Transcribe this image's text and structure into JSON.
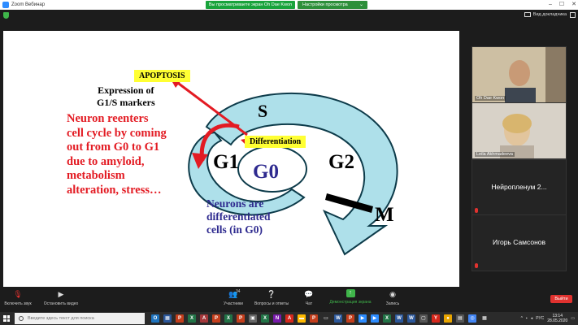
{
  "window": {
    "title": "Zoom Вебинар",
    "share_banner": "Вы просматриваете экран Oh Dae Kwon",
    "view_options": "Настройки просмотра",
    "speaker_view": "Вид докладчика"
  },
  "slide": {
    "apoptosis": "APOPTOSIS",
    "expression_line1": "Expression of",
    "expression_line2": "G1/S markers",
    "reenters_lines": [
      "Neuron reenters",
      "cell cycle by coming",
      "out from G0 to G1",
      "due to amyloid,",
      "metabolism",
      "alteration, stress…"
    ],
    "phase_s": "S",
    "differentiation": "Differentiation",
    "phase_g1": "G1",
    "phase_g0": "G0",
    "phase_g2": "G2",
    "phase_m": "M",
    "neurons_lines": [
      "Neurons are",
      "differentiated",
      "cells (in G0)"
    ],
    "colors": {
      "arrow_fill": "#aee0ea",
      "red": "#e31b23",
      "navy": "#2e2a8f",
      "yellow": "#ffff33"
    }
  },
  "participants": [
    {
      "name": "Oh Dae Kwon",
      "video": true
    },
    {
      "name": "Leila Akhmadeeva",
      "video": true
    },
    {
      "name": "Нейропленум  2...",
      "video": false
    },
    {
      "name": "Игорь Самсонов",
      "video": false
    }
  ],
  "toolbar": {
    "unmute": "Включить звук",
    "stop_video": "Остановить видео",
    "participants": "Участники",
    "participants_count": "34",
    "qa": "Вопросы и ответы",
    "chat": "Чат",
    "share_screen": "Демонстрация экрана",
    "record": "Запись",
    "leave": "Выйти"
  },
  "taskbar": {
    "search_placeholder": "Введите здесь текст для поиска",
    "language": "РУС",
    "time": "13:14",
    "date": "28.05.2020"
  }
}
